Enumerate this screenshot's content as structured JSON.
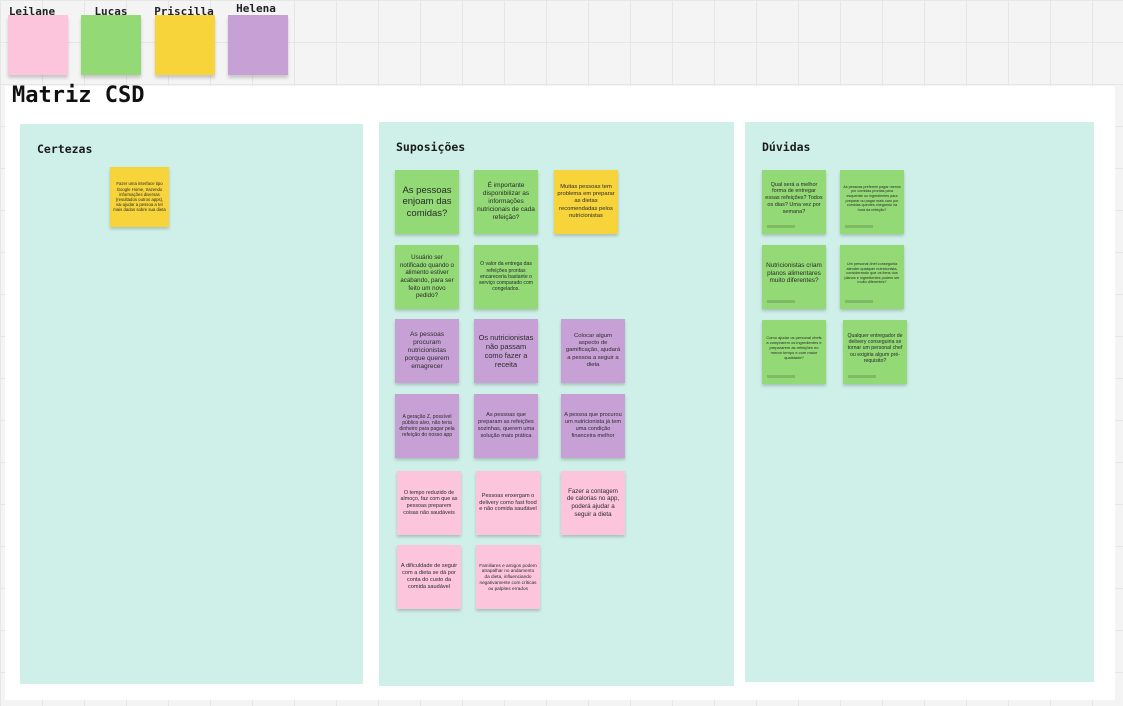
{
  "legend": [
    {
      "name": "Leilane",
      "color": "#fcc5dc"
    },
    {
      "name": "Lucas",
      "color": "#93d975"
    },
    {
      "name": "Priscilla",
      "color": "#f7d43a"
    },
    {
      "name": "Helena",
      "color": "#c7a1d6"
    }
  ],
  "board": {
    "title": "Matriz CSD"
  },
  "frames": {
    "certezas": {
      "title": "Certezas",
      "notes": [
        "Fazer uma interface tipo Google Home, trazendo informações diversas (resultados outros apps), vai ajudar a pessoa a ter mais dados sobre sua dieta"
      ]
    },
    "suposicoes": {
      "title": "Suposições",
      "notes": [
        "As pessoas enjoam das comidas?",
        "É importante disponibilizar as informações nutricionais de cada refeição?",
        "Muitas pessoas tem problema em preparar as dietas recomendadas pelos nutricionistas",
        "Usuário ser notificado quando o alimento estiver acabando, para ser feito um novo pedido?",
        "O valor da entrega das refeições prontas encareceria bastante o serviço comparado com congelados.",
        "As pessoas procuram nutricionistas porque querem emagrecer",
        "Os nutricionistas não passam como fazer a receita",
        "Colocar algum aspecto de gamificação, ajudará a pessoa a seguir a dieta",
        "A geração Z, possível público alvo, não teria dinheiro para pagar pela refeição do nosso app",
        "As pessoas que preparam as refeições sozinhas, querem uma solução mais prática",
        "A pessoa que procurou um nutricionista já tem uma condição financeira melhor",
        "O tempo reduzido de almoço, faz com que as pessoas preparem coisas não saudáveis",
        "Pessoas enxergam o delivery como fast food e não comida saudável",
        "Fazer a contagem de calorias no app, poderá ajudar a seguir a dieta",
        "A dificuldade de seguir com a dieta se dá por conta do custo da comida saudável",
        "Familiares e amigos podem atrapalhar no andamento da dieta, influenciando negativamente com críticas ou palpites errados"
      ]
    },
    "duvidas": {
      "title": "Dúvidas",
      "notes": [
        "Qual será a melhor forma de entregar essas refeições? Todos os dias? Uma vez por semana?",
        "As pessoas preferem pagar menos por comidas prontas para esquentar ou ingredientes para preparar ou pagar mais caro por comidas quentes chegando na hora da refeição?",
        "Nutricionistas criam planos alimentares muito diferentes?",
        "Um personal chef conseguiria atender qualquer nutricionista, considerando que os itens dos planos e ingredientes podem ser muito diferentes?",
        "Como ajudar os personal chefs a comprarem os ingredientes e prepararem as refeições no menor tempo e com maior qualidade?",
        "Qualquer entregador de delivery conseguiria se tornar um personal chef ou exigiria algum pré-requisito?"
      ]
    }
  }
}
